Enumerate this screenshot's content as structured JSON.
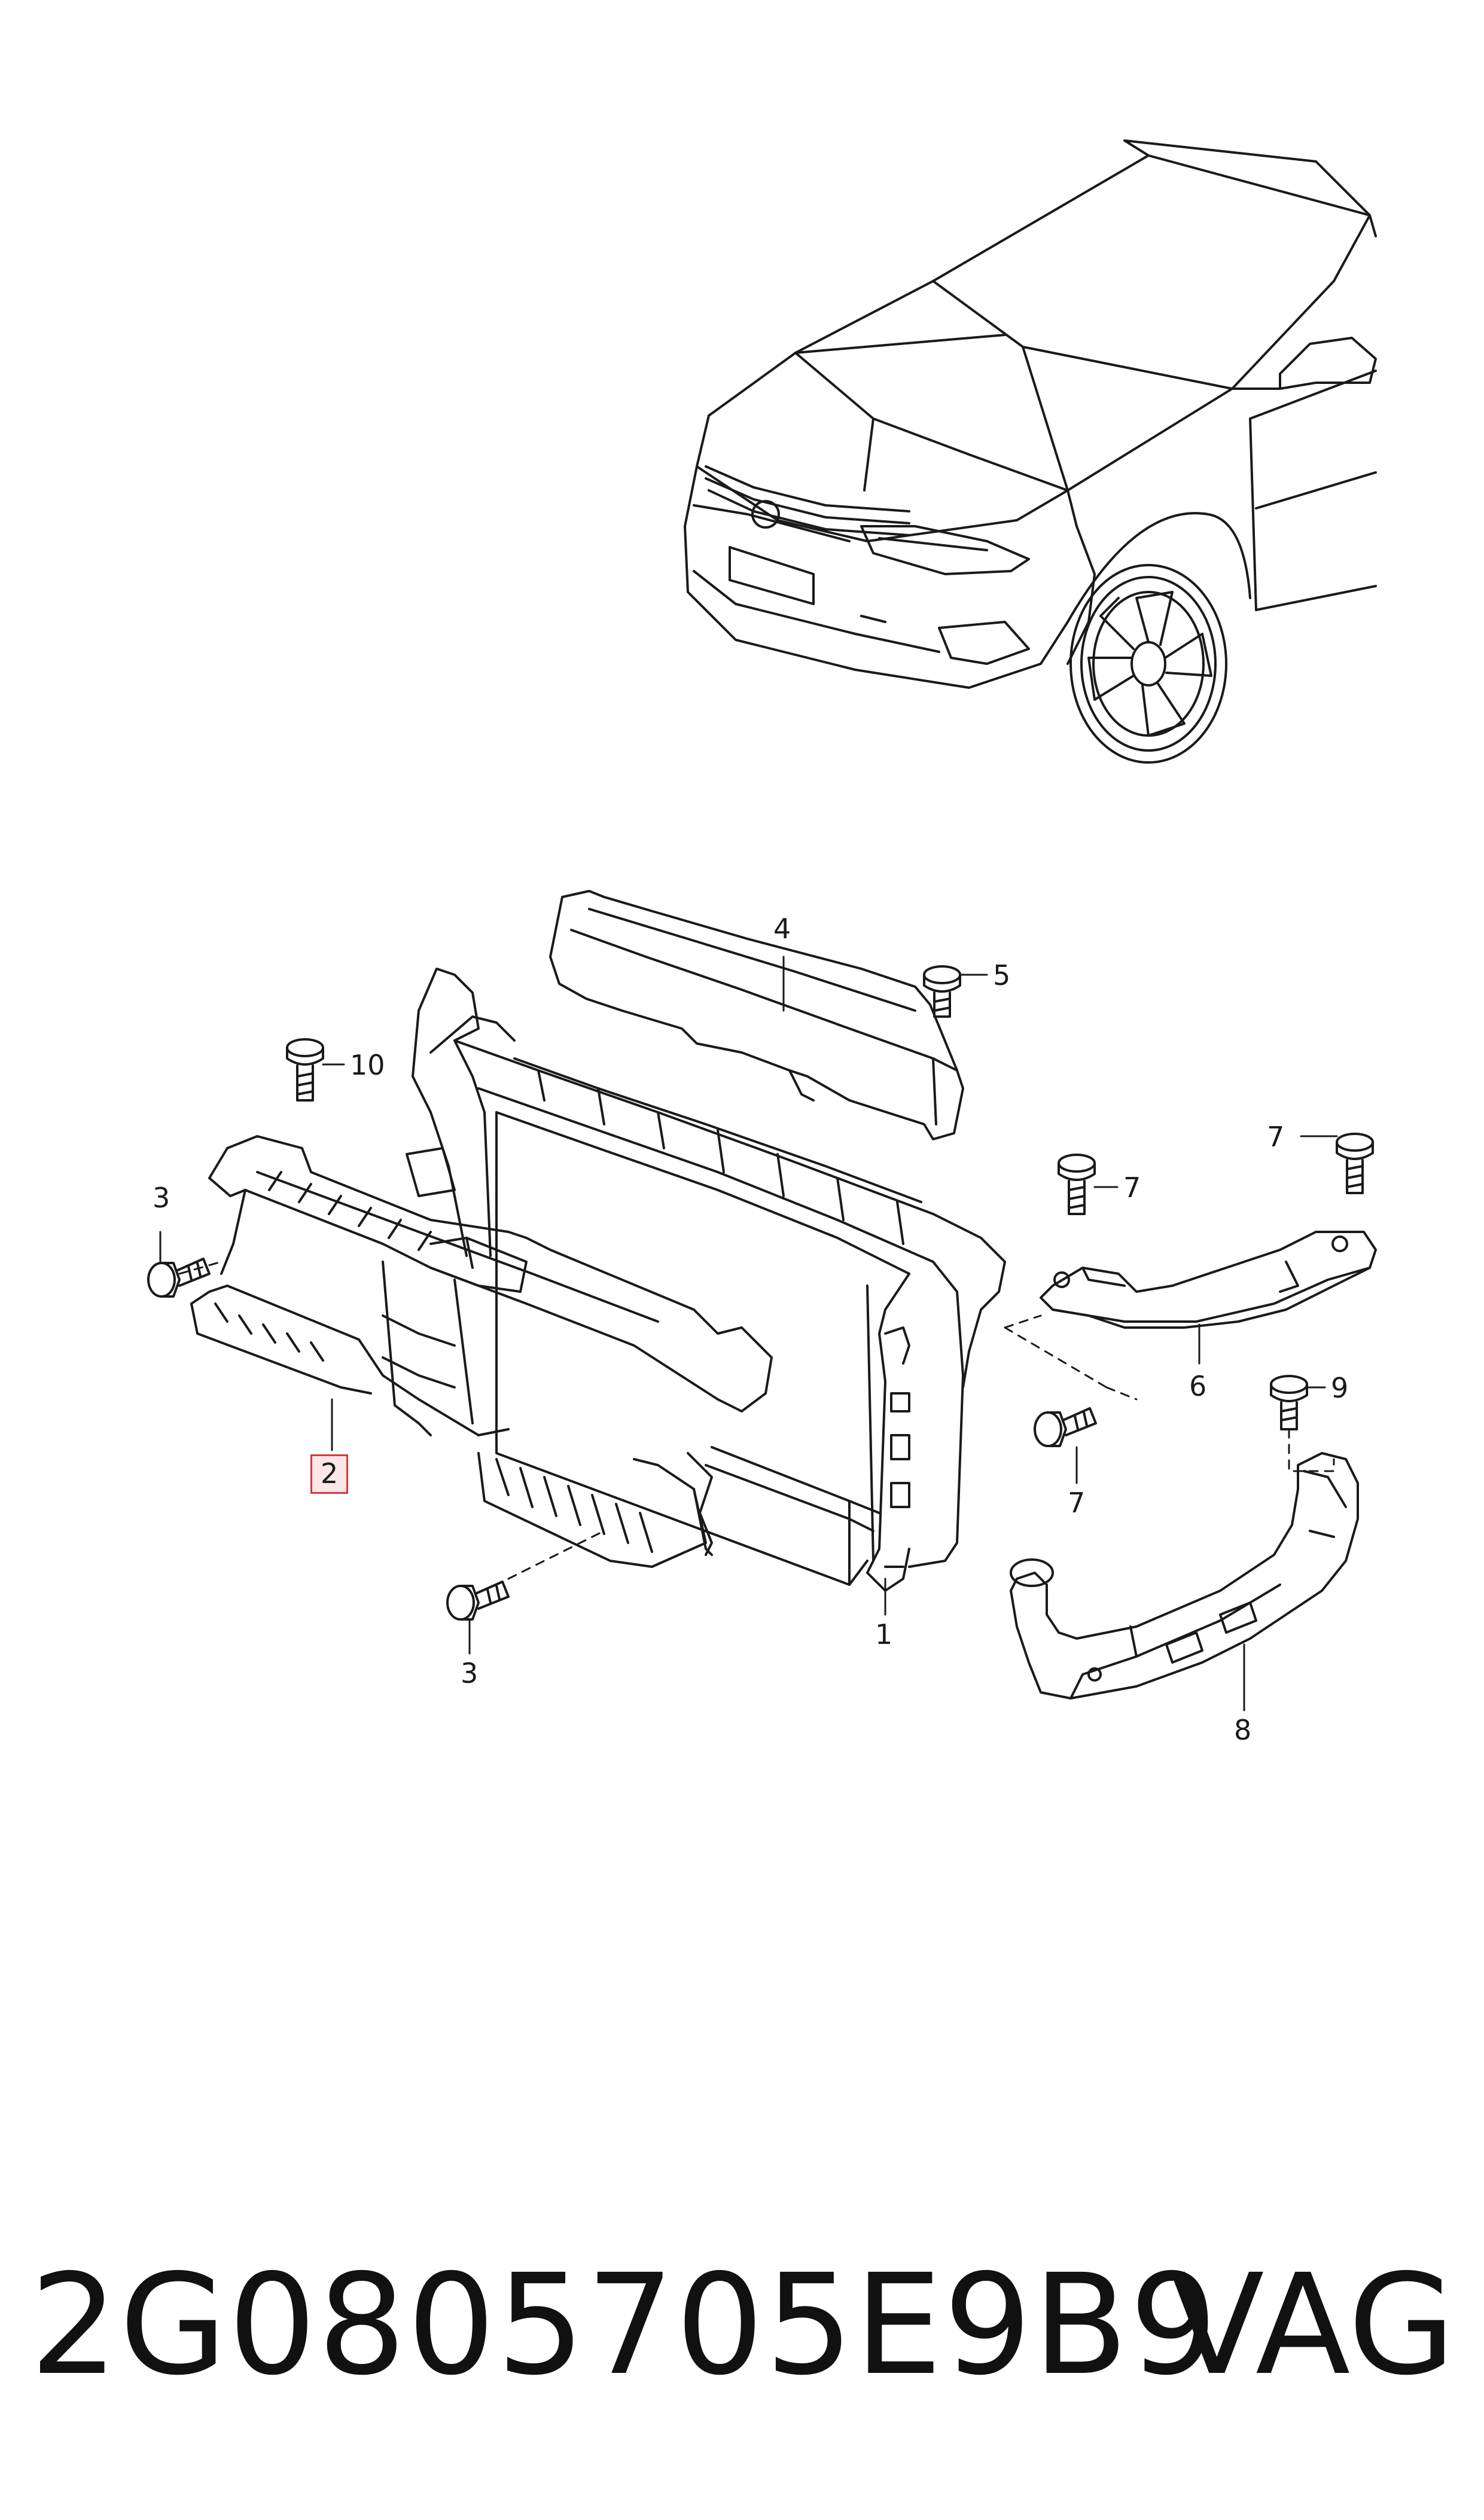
{
  "diagram": {
    "callouts": {
      "c1": "1",
      "c2": "2",
      "c3a": "3",
      "c3b": "3",
      "c4": "4",
      "c5": "5",
      "c6": "6",
      "c7a": "7",
      "c7b": "7",
      "c7c": "7",
      "c8": "8",
      "c9": "9",
      "c10": "10"
    },
    "highlighted_part": "2"
  },
  "footer": {
    "part_number": "2G0805705E9B9",
    "brand": "VAG"
  },
  "colors": {
    "line": "#1a1a1a",
    "highlight_border": "#d23c3c",
    "highlight_fill": "#fbe7e7"
  }
}
